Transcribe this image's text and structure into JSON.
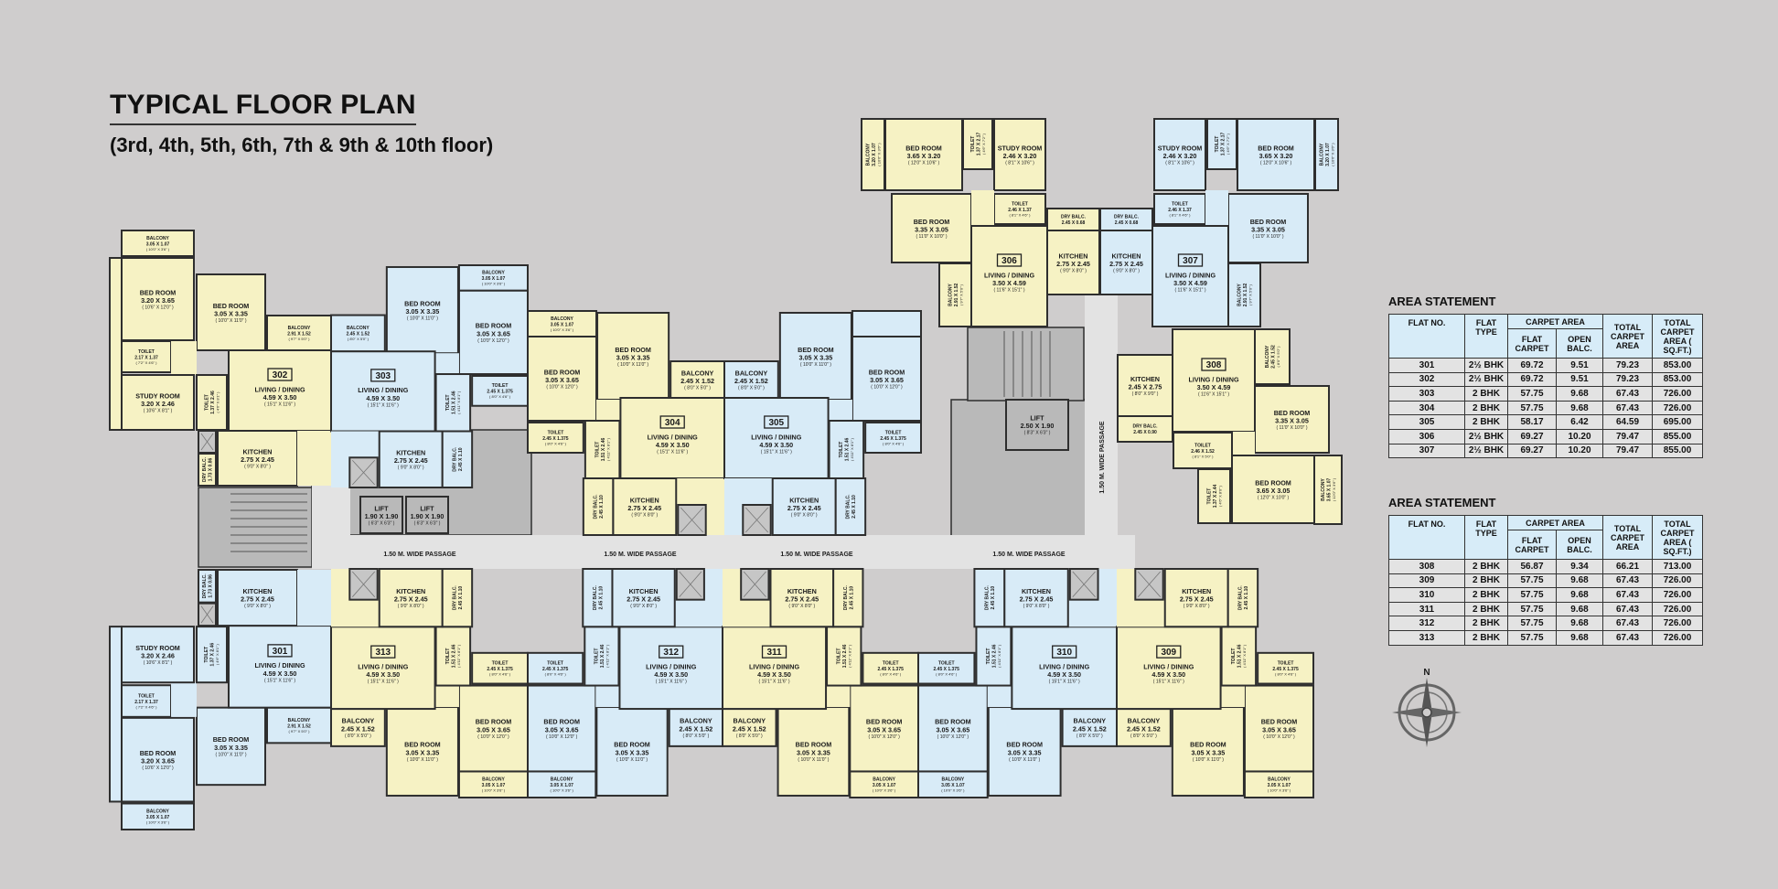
{
  "title": "TYPICAL FLOOR PLAN",
  "subtitle": "(3rd, 4th, 5th, 6th, 7th & 9th & 10th floor)",
  "colors": {
    "yellow": "#f6f2c4",
    "blue": "#d8ebf7",
    "wall": "#2e2e2e",
    "background": "#cfcdcd",
    "passage": "#e3e3e3",
    "core": "#b9b9b9",
    "duct": "#c6c6c6"
  },
  "passage_label": "1.50 M. WIDE PASSAGE",
  "compass": {
    "icon": "compass-rose-icon",
    "north": "N"
  },
  "core": {
    "lifts_left": [
      {
        "name": "LIFT",
        "dim": "1.90 X 1.90",
        "imp": "( 6'3\" X 6'3\" )"
      },
      {
        "name": "LIFT",
        "dim": "1.90 X 1.90",
        "imp": "( 6'3\" X 6'3\" )"
      }
    ],
    "lift_right": {
      "name": "LIFT",
      "dim": "2.50 X 1.90",
      "imp": "( 8'3\" X 6'3\" )"
    }
  },
  "units": [
    {
      "number": "302",
      "color": "yellow",
      "rooms": {
        "balcA": {
          "name": "BALCONY",
          "dim": "3.05 X 1.07",
          "imp": "( 10'0\" X 3'6\" )"
        },
        "bed1": {
          "name": "BED ROOM",
          "dim": "3.20 X 3.65",
          "imp": "( 10'6\" X 12'0\" )"
        },
        "bed2": {
          "name": "BED ROOM",
          "dim": "3.05 X 3.35",
          "imp": "( 10'0\" X 11'0\" )"
        },
        "balcB": {
          "name": "BALCONY",
          "dim": "2.91 X 1.52",
          "imp": "( 9'7\" X 5'0\" )"
        },
        "toiletA": {
          "name": "TOILET",
          "dim": "2.17 X 1.37",
          "imp": "( 7'2\" X 4'6\" )"
        },
        "study": {
          "name": "STUDY ROOM",
          "dim": "3.20 X 2.46",
          "imp": "( 10'6\" X 8'1\" )"
        },
        "toiletB": {
          "name": "TOILET",
          "dim": "1.37 X 2.46",
          "imp": "( 4'6\" X 8'1\" )"
        },
        "living": {
          "name": "LIVING / DINING",
          "dim": "4.59 X 3.50",
          "imp": "( 15'1\" X 11'6\" )"
        },
        "kitchen": {
          "name": "KITCHEN",
          "dim": "2.75 X 2.45",
          "imp": "( 9'0\" X 8'0\" )"
        },
        "dry": {
          "name": "DRY BALC.",
          "dim": "1.73 X 0.86",
          "imp": ""
        }
      }
    },
    {
      "number": "301",
      "color": "blue",
      "rooms": {
        "balcA": {
          "name": "BALCONY",
          "dim": "3.05 X 1.07",
          "imp": "( 10'0\" X 3'6\" )"
        },
        "bed1": {
          "name": "BED ROOM",
          "dim": "3.20 X 3.65",
          "imp": "( 10'6\" X 12'0\" )"
        },
        "bed2": {
          "name": "BED ROOM",
          "dim": "3.05 X 3.35",
          "imp": "( 10'0\" X 11'0\" )"
        },
        "balcB": {
          "name": "BALCONY",
          "dim": "2.91 X 1.52",
          "imp": "( 9'7\" X 5'0\" )"
        },
        "toiletA": {
          "name": "TOILET",
          "dim": "2.17 X 1.37",
          "imp": "( 7'2\" X 4'6\" )"
        },
        "study": {
          "name": "STUDY ROOM",
          "dim": "3.20 X 2.46",
          "imp": "( 10'6\" X 8'1\" )"
        },
        "toiletB": {
          "name": "TOILET",
          "dim": "1.37 X 2.46",
          "imp": "( 4'6\" X 8'1\" )"
        },
        "living": {
          "name": "LIVING / DINING",
          "dim": "4.59 X 3.50",
          "imp": "( 15'1\" X 11'6\" )"
        },
        "kitchen": {
          "name": "KITCHEN",
          "dim": "2.75 X 2.45",
          "imp": "( 9'0\" X 8'0\" )"
        },
        "dry": {
          "name": "DRY BALC.",
          "dim": "1.73 X 0.86",
          "imp": ""
        }
      }
    },
    {
      "number": "303",
      "color": "blue",
      "rooms": {
        "balc1": {
          "name": "BALCONY",
          "dim": "3.05 X 1.07",
          "imp": "( 10'0\" X 3'6\" )"
        },
        "bed1": {
          "name": "BED ROOM",
          "dim": "3.05 X 3.65",
          "imp": "( 10'0\" X 12'0\" )"
        },
        "bed2": {
          "name": "BED ROOM",
          "dim": "3.05 X 3.35",
          "imp": "( 10'0\" X 11'0\" )"
        },
        "balc2": {
          "name": "BALCONY",
          "dim": "2.45 X 1.52",
          "imp": "( 8'0\" X 5'0\" )"
        },
        "toilet1": {
          "name": "TOILET",
          "dim": "2.45 X 1.375",
          "imp": "( 8'0\" X 4'6\" )"
        },
        "toilet2": {
          "name": "TOILET",
          "dim": "1.51 X 2.46",
          "imp": "( 4'11\" X 8'1\" )"
        },
        "living": {
          "name": "LIVING / DINING",
          "dim": "4.59 X 3.50",
          "imp": "( 15'1\" X 11'6\" )"
        },
        "kitchen": {
          "name": "KITCHEN",
          "dim": "2.75 X 2.45",
          "imp": "( 9'0\" X 8'0\" )"
        },
        "dry": {
          "name": "DRY BALC.",
          "dim": "2.45 X 1.10",
          "imp": ""
        }
      }
    },
    {
      "number": "304",
      "color": "yellow",
      "rooms": {
        "balc1": {
          "name": "BALCONY",
          "dim": "3.05 X 1.07",
          "imp": "( 10'0\" X 3'6\" )"
        },
        "bed1": {
          "name": "BED ROOM",
          "dim": "3.05 X 3.65",
          "imp": "( 10'0\" X 12'0\" )"
        },
        "bed2": {
          "name": "BED ROOM",
          "dim": "3.05 X 3.35",
          "imp": "( 10'0\" X 11'0\" )"
        },
        "balc2": {
          "name": "BALCONY",
          "dim": "2.45 X 1.52",
          "imp": "( 8'0\" X 5'0\" )"
        },
        "toilet1": {
          "name": "TOILET",
          "dim": "2.45 X 1.375",
          "imp": "( 8'0\" X 4'6\" )"
        },
        "toilet2": {
          "name": "TOILET",
          "dim": "1.51 X 2.46",
          "imp": "( 4'11\" X 8'1\" )"
        },
        "living": {
          "name": "LIVING / DINING",
          "dim": "4.59 X 3.50",
          "imp": "( 15'1\" X 11'6\" )"
        },
        "kitchen": {
          "name": "KITCHEN",
          "dim": "2.75 X 2.45",
          "imp": "( 9'0\" X 8'0\" )"
        },
        "dry": {
          "name": "DRY BALC.",
          "dim": "2.45 X 1.10",
          "imp": ""
        }
      }
    },
    {
      "number": "305",
      "color": "blue",
      "rooms": {
        "bed1": {
          "name": "BED ROOM",
          "dim": "3.05 X 3.65",
          "imp": "( 10'0\" X 12'0\" )"
        },
        "bed2": {
          "name": "BED ROOM",
          "dim": "3.05 X 3.35",
          "imp": "( 10'0\" X 11'0\" )"
        },
        "balc2": {
          "name": "BALCONY",
          "dim": "2.45 X 1.52",
          "imp": "( 8'0\" X 5'0\" )"
        },
        "toilet1": {
          "name": "TOILET",
          "dim": "2.45 X 1.375",
          "imp": "( 8'0\" X 4'6\" )"
        },
        "toilet2": {
          "name": "TOILET",
          "dim": "1.51 X 2.46",
          "imp": "( 4'11\" X 8'1\" )"
        },
        "living": {
          "name": "LIVING / DINING",
          "dim": "4.59 X 3.50",
          "imp": "( 15'1\" X 11'6\" )"
        },
        "kitchen": {
          "name": "KITCHEN",
          "dim": "2.75 X 2.45",
          "imp": "( 9'0\" X 8'0\" )"
        },
        "dry": {
          "name": "DRY BALC.",
          "dim": "2.45 X 1.10",
          "imp": ""
        }
      }
    },
    {
      "number": "306",
      "color": "yellow",
      "rooms": {
        "balcA": {
          "name": "BALCONY",
          "dim": "3.20 X 1.07",
          "imp": "( 10'6\" X 3'6\" )"
        },
        "bed1": {
          "name": "BED ROOM",
          "dim": "3.65 X 3.20",
          "imp": "( 12'0\" X 10'6\" )"
        },
        "toiletA": {
          "name": "TOILET",
          "dim": "1.37 X 2.17",
          "imp": "( 4'6\" X 7'2\" )"
        },
        "study": {
          "name": "STUDY ROOM",
          "dim": "2.46 X 3.20",
          "imp": "( 8'1\" X 10'6\" )"
        },
        "bed2": {
          "name": "BED ROOM",
          "dim": "3.35 X 3.05",
          "imp": "( 11'0\" X 10'0\" )"
        },
        "toiletB": {
          "name": "TOILET",
          "dim": "2.46 X 1.37",
          "imp": "( 8'1\" X 4'6\" )"
        },
        "living": {
          "name": "LIVING / DINING",
          "dim": "3.50 X 4.59",
          "imp": "( 11'6\" X 15'1\" )"
        },
        "balcB": {
          "name": "BALCONY",
          "dim": "2.91 X 1.52",
          "imp": "( 9'7\" X 5'0\" )"
        },
        "dry": {
          "name": "DRY BALC.",
          "dim": "2.45 X 0.68",
          "imp": ""
        },
        "kitchen": {
          "name": "KITCHEN",
          "dim": "2.75 X 2.45",
          "imp": "( 9'0\" X 8'0\" )"
        }
      }
    },
    {
      "number": "307",
      "color": "blue",
      "rooms": {
        "balcA": {
          "name": "BALCONY",
          "dim": "3.20 X 1.07",
          "imp": "( 10'6\" X 3'6\" )"
        },
        "bed1": {
          "name": "BED ROOM",
          "dim": "3.65 X 3.20",
          "imp": "( 12'0\" X 10'6\" )"
        },
        "toiletA": {
          "name": "TOILET",
          "dim": "1.37 X 2.17",
          "imp": "( 4'6\" X 7'2\" )"
        },
        "study": {
          "name": "STUDY ROOM",
          "dim": "2.46 X 3.20",
          "imp": "( 8'1\" X 10'6\" )"
        },
        "bed2": {
          "name": "BED ROOM",
          "dim": "3.35 X 3.05",
          "imp": "( 11'0\" X 10'0\" )"
        },
        "toiletB": {
          "name": "TOILET",
          "dim": "2.46 X 1.37",
          "imp": "( 8'1\" X 4'6\" )"
        },
        "living": {
          "name": "LIVING / DINING",
          "dim": "3.50 X 4.59",
          "imp": "( 11'6\" X 15'1\" )"
        },
        "balcB": {
          "name": "BALCONY",
          "dim": "2.91 X 1.52",
          "imp": "( 9'7\" X 5'0\" )"
        },
        "dry": {
          "name": "DRY BALC.",
          "dim": "2.45 X 0.68",
          "imp": ""
        },
        "kitchen": {
          "name": "KITCHEN",
          "dim": "2.75 X 2.45",
          "imp": "( 9'0\" X 8'0\" )"
        }
      }
    },
    {
      "number": "308",
      "color": "yellow",
      "rooms": {
        "kitchen": {
          "name": "KITCHEN",
          "dim": "2.45 X 2.75",
          "imp": "( 8'0\" X 9'0\" )"
        },
        "dry": {
          "name": "DRY BALC.",
          "dim": "2.45 X 0.90",
          "imp": ""
        },
        "living": {
          "name": "LIVING / DINING",
          "dim": "3.50 X 4.59",
          "imp": "( 11'6\" X 15'1\" )"
        },
        "balc1": {
          "name": "BALCONY",
          "dim": "2.45 X 1.52",
          "imp": "( 8'0\" X 5'0\" )"
        },
        "bed1": {
          "name": "BED ROOM",
          "dim": "3.35 X 3.05",
          "imp": "( 11'0\" X 10'0\" )"
        },
        "toilet1": {
          "name": "TOILET",
          "dim": "2.46 X 1.52",
          "imp": "( 8'1\" X 5'0\" )"
        },
        "toilet2": {
          "name": "TOILET",
          "dim": "1.37 X 2.44",
          "imp": "( 4'6\" X 8'0\" )"
        },
        "bed2": {
          "name": "BED ROOM",
          "dim": "3.65 X 3.05",
          "imp": "( 12'0\" X 10'0\" )"
        },
        "balc2": {
          "name": "BALCONY",
          "dim": "3.65 X 1.07",
          "imp": "( 12'0\" X 3'6\" )"
        }
      }
    },
    {
      "number": "313",
      "color": "yellow",
      "rooms": {
        "balc1": {
          "name": "BALCONY",
          "dim": "3.05 X 1.07",
          "imp": "( 10'0\" X 3'6\" )"
        },
        "bed1": {
          "name": "BED ROOM",
          "dim": "3.05 X 3.65",
          "imp": "( 10'0\" X 12'0\" )"
        },
        "bed2": {
          "name": "BED ROOM",
          "dim": "3.05 X 3.35",
          "imp": "( 10'0\" X 11'0\" )"
        },
        "balc2": {
          "name": "BALCONY",
          "dim": "2.45 X 1.52",
          "imp": "( 8'0\" X 5'0\" )"
        },
        "toilet1": {
          "name": "TOILET",
          "dim": "2.45 X 1.375",
          "imp": "( 8'0\" X 4'6\" )"
        },
        "toilet2": {
          "name": "TOILET",
          "dim": "1.51 X 2.46",
          "imp": "( 4'11\" X 8'1\" )"
        },
        "living": {
          "name": "LIVING / DINING",
          "dim": "4.59 X 3.50",
          "imp": "( 15'1\" X 11'6\" )"
        },
        "kitchen": {
          "name": "KITCHEN",
          "dim": "2.75 X 2.45",
          "imp": "( 9'0\" X 8'0\" )"
        },
        "dry": {
          "name": "DRY BALC.",
          "dim": "2.45 X 1.10",
          "imp": ""
        }
      }
    },
    {
      "number": "312",
      "color": "blue",
      "rooms": {
        "balc1": {
          "name": "BALCONY",
          "dim": "3.05 X 1.07",
          "imp": "( 10'0\" X 3'6\" )"
        },
        "bed1": {
          "name": "BED ROOM",
          "dim": "3.05 X 3.65",
          "imp": "( 10'0\" X 12'0\" )"
        },
        "bed2": {
          "name": "BED ROOM",
          "dim": "3.05 X 3.35",
          "imp": "( 10'0\" X 11'0\" )"
        },
        "balc2": {
          "name": "BALCONY",
          "dim": "2.45 X 1.52",
          "imp": "( 8'0\" X 5'0\" )"
        },
        "toilet1": {
          "name": "TOILET",
          "dim": "2.45 X 1.375",
          "imp": "( 8'0\" X 4'6\" )"
        },
        "toilet2": {
          "name": "TOILET",
          "dim": "1.51 X 2.46",
          "imp": "( 4'11\" X 8'1\" )"
        },
        "living": {
          "name": "LIVING / DINING",
          "dim": "4.59 X 3.50",
          "imp": "( 15'1\" X 11'6\" )"
        },
        "kitchen": {
          "name": "KITCHEN",
          "dim": "2.75 X 2.45",
          "imp": "( 9'0\" X 8'0\" )"
        },
        "dry": {
          "name": "DRY BALC.",
          "dim": "2.45 X 1.10",
          "imp": ""
        }
      }
    },
    {
      "number": "311",
      "color": "yellow",
      "rooms": {
        "balc1": {
          "name": "BALCONY",
          "dim": "3.05 X 1.07",
          "imp": "( 10'0\" X 3'6\" )"
        },
        "bed1": {
          "name": "BED ROOM",
          "dim": "3.05 X 3.65",
          "imp": "( 10'0\" X 12'0\" )"
        },
        "bed2": {
          "name": "BED ROOM",
          "dim": "3.05 X 3.35",
          "imp": "( 10'0\" X 11'0\" )"
        },
        "balc2": {
          "name": "BALCONY",
          "dim": "2.45 X 1.52",
          "imp": "( 8'0\" X 5'0\" )"
        },
        "toilet1": {
          "name": "TOILET",
          "dim": "2.45 X 1.375",
          "imp": "( 8'0\" X 4'6\" )"
        },
        "toilet2": {
          "name": "TOILET",
          "dim": "1.51 X 2.46",
          "imp": "( 4'11\" X 8'1\" )"
        },
        "living": {
          "name": "LIVING / DINING",
          "dim": "4.59 X 3.50",
          "imp": "( 15'1\" X 11'6\" )"
        },
        "kitchen": {
          "name": "KITCHEN",
          "dim": "2.75 X 2.45",
          "imp": "( 9'0\" X 8'0\" )"
        },
        "dry": {
          "name": "DRY BALC.",
          "dim": "2.45 X 1.10",
          "imp": ""
        }
      }
    },
    {
      "number": "310",
      "color": "blue",
      "rooms": {
        "balc1": {
          "name": "BALCONY",
          "dim": "3.05 X 1.07",
          "imp": "( 10'0\" X 3'6\" )"
        },
        "bed1": {
          "name": "BED ROOM",
          "dim": "3.05 X 3.65",
          "imp": "( 10'0\" X 12'0\" )"
        },
        "bed2": {
          "name": "BED ROOM",
          "dim": "3.05 X 3.35",
          "imp": "( 10'0\" X 11'0\" )"
        },
        "balc2": {
          "name": "BALCONY",
          "dim": "2.45 X 1.52",
          "imp": "( 8'0\" X 5'0\" )"
        },
        "toilet1": {
          "name": "TOILET",
          "dim": "2.45 X 1.375",
          "imp": "( 8'0\" X 4'6\" )"
        },
        "toilet2": {
          "name": "TOILET",
          "dim": "1.51 X 2.46",
          "imp": "( 4'11\" X 8'1\" )"
        },
        "living": {
          "name": "LIVING / DINING",
          "dim": "4.59 X 3.50",
          "imp": "( 15'1\" X 11'6\" )"
        },
        "kitchen": {
          "name": "KITCHEN",
          "dim": "2.75 X 2.45",
          "imp": "( 9'0\" X 8'0\" )"
        },
        "dry": {
          "name": "DRY BALC.",
          "dim": "2.45 X 1.10",
          "imp": ""
        }
      }
    },
    {
      "number": "309",
      "color": "yellow",
      "rooms": {
        "balc1": {
          "name": "BALCONY",
          "dim": "3.05 X 1.07",
          "imp": "( 10'0\" X 3'6\" )"
        },
        "bed1": {
          "name": "BED ROOM",
          "dim": "3.05 X 3.65",
          "imp": "( 10'0\" X 12'0\" )"
        },
        "bed2": {
          "name": "BED ROOM",
          "dim": "3.05 X 3.35",
          "imp": "( 10'0\" X 11'0\" )"
        },
        "balc2": {
          "name": "BALCONY",
          "dim": "2.45 X 1.52",
          "imp": "( 8'0\" X 5'0\" )"
        },
        "toilet1": {
          "name": "TOILET",
          "dim": "2.45 X 1.375",
          "imp": "( 8'0\" X 4'6\" )"
        },
        "toilet2": {
          "name": "TOILET",
          "dim": "1.51 X 2.46",
          "imp": "( 4'11\" X 8'1\" )"
        },
        "living": {
          "name": "LIVING / DINING",
          "dim": "4.59 X 3.50",
          "imp": "( 15'1\" X 11'6\" )"
        },
        "kitchen": {
          "name": "KITCHEN",
          "dim": "2.75 X 2.45",
          "imp": "( 9'0\" X 8'0\" )"
        },
        "dry": {
          "name": "DRY BALC.",
          "dim": "2.45 X 1.10",
          "imp": ""
        }
      }
    }
  ],
  "area_statements": [
    {
      "heading": "AREA STATEMENT",
      "headers": {
        "flat_no": "FLAT NO.",
        "flat_type": "FLAT TYPE",
        "carpet_area": "CARPET AREA",
        "flat_carpet": "FLAT CARPET",
        "open_balc": "OPEN BALC.",
        "total_carpet": "TOTAL CARPET AREA",
        "total_sqft": "TOTAL CARPET AREA ( SQ.FT.)"
      },
      "rows": [
        [
          "301",
          "2½ BHK",
          "69.72",
          "9.51",
          "79.23",
          "853.00"
        ],
        [
          "302",
          "2½ BHK",
          "69.72",
          "9.51",
          "79.23",
          "853.00"
        ],
        [
          "303",
          "2 BHK",
          "57.75",
          "9.68",
          "67.43",
          "726.00"
        ],
        [
          "304",
          "2 BHK",
          "57.75",
          "9.68",
          "67.43",
          "726.00"
        ],
        [
          "305",
          "2 BHK",
          "58.17",
          "6.42",
          "64.59",
          "695.00"
        ],
        [
          "306",
          "2½ BHK",
          "69.27",
          "10.20",
          "79.47",
          "855.00"
        ],
        [
          "307",
          "2½ BHK",
          "69.27",
          "10.20",
          "79.47",
          "855.00"
        ]
      ]
    },
    {
      "heading": "AREA STATEMENT",
      "headers": {
        "flat_no": "FLAT NO.",
        "flat_type": "FLAT TYPE",
        "carpet_area": "CARPET AREA",
        "flat_carpet": "FLAT CARPET",
        "open_balc": "OPEN BALC.",
        "total_carpet": "TOTAL CARPET AREA",
        "total_sqft": "TOTAL CARPET AREA ( SQ.FT.)"
      },
      "rows": [
        [
          "308",
          "2 BHK",
          "56.87",
          "9.34",
          "66.21",
          "713.00"
        ],
        [
          "309",
          "2 BHK",
          "57.75",
          "9.68",
          "67.43",
          "726.00"
        ],
        [
          "310",
          "2 BHK",
          "57.75",
          "9.68",
          "67.43",
          "726.00"
        ],
        [
          "311",
          "2 BHK",
          "57.75",
          "9.68",
          "67.43",
          "726.00"
        ],
        [
          "312",
          "2 BHK",
          "57.75",
          "9.68",
          "67.43",
          "726.00"
        ],
        [
          "313",
          "2 BHK",
          "57.75",
          "9.68",
          "67.43",
          "726.00"
        ]
      ]
    }
  ]
}
